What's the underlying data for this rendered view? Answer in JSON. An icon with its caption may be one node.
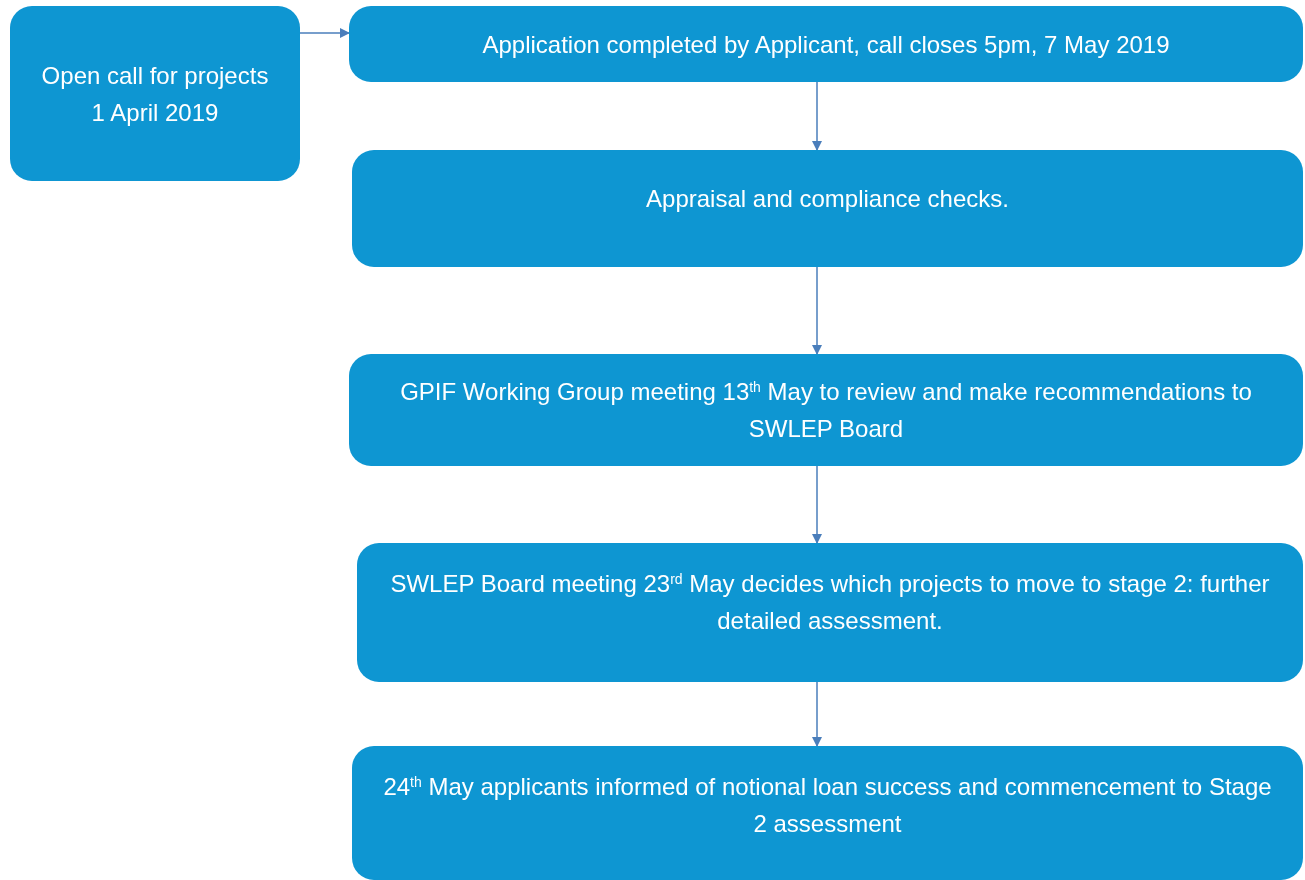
{
  "diagram": {
    "nodes": [
      {
        "text": [
          "Open call for projects 1 April 2019"
        ]
      },
      {
        "text": [
          "Application completed by Applicant, call closes 5pm, 7 May 2019"
        ]
      },
      {
        "text": [
          "Appraisal and compliance checks."
        ]
      },
      {
        "text": [
          "GPIF Working Group meeting 13$^{th}$ May to review and make recommendations to SWLEP Board"
        ]
      },
      {
        "text": [
          "SWLEP Board meeting 23$^{rd}$ May decides which projects to move to stage 2: further detailed assessment."
        ]
      },
      {
        "text": [
          "24$^{th}$ May applicants informed of notional loan success and commencement to Stage 2 assessment"
        ]
      }
    ],
    "edges": [
      {
        "from": 0,
        "to": 1,
        "arrow": "to"
      },
      {
        "from": 1,
        "to": 2,
        "arrow": "to"
      },
      {
        "from": 2,
        "to": 3,
        "arrow": "to"
      },
      {
        "from": 3,
        "to": 4,
        "arrow": "to"
      },
      {
        "from": 4,
        "to": 5,
        "arrow": "to"
      }
    ]
  }
}
